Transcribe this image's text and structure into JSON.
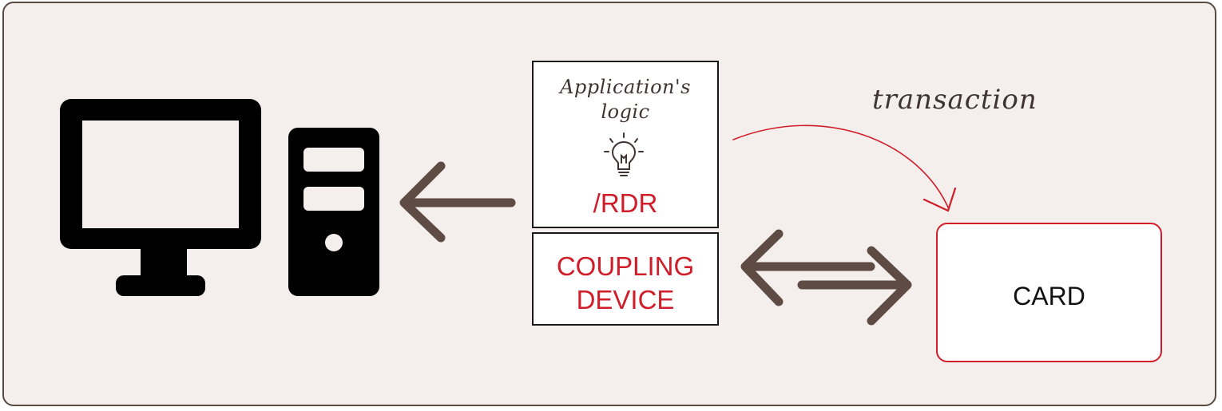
{
  "diagram": {
    "logic_label": "Application's logic",
    "rdr_label": "/RDR",
    "coupling_label": "COUPLING DEVICE",
    "card_label": "CARD",
    "transaction_label": "transaction"
  },
  "icons": {
    "computer": "desktop-computer-icon",
    "bulb": "lightbulb-icon"
  },
  "colors": {
    "accent_red": "#cf1e2a",
    "arrow_brown": "#5e4b44",
    "background": "#f4efec",
    "icon_black": "#000000"
  }
}
